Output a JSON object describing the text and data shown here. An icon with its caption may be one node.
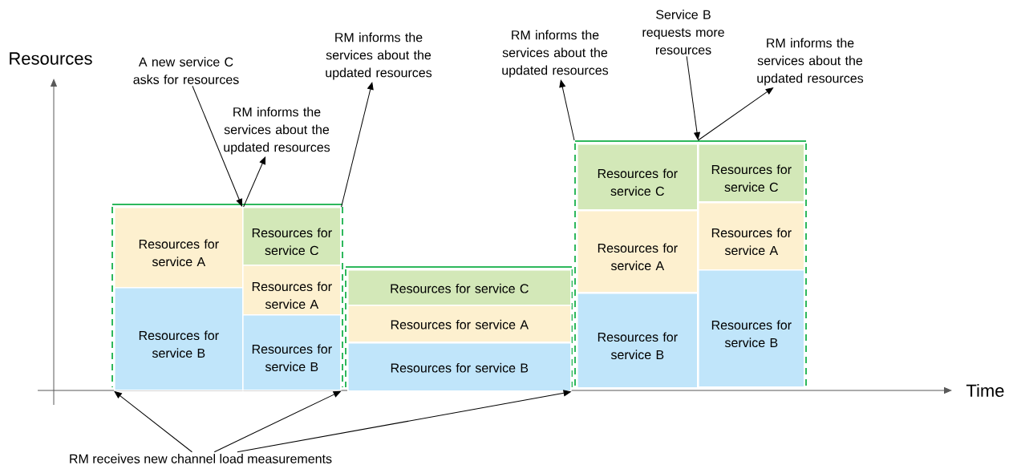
{
  "diagram": {
    "nodes": [
      {
        "text": [],
        "shape": "box"
      },
      {
        "text": [],
        "shape": "box"
      },
      {
        "text": [],
        "shape": "box"
      },
      {
        "text": [
          "Resources for service A"
        ],
        "in": 0
      },
      {
        "text": [
          "Resources for service B"
        ],
        "in": 0
      },
      {
        "text": [
          "Resources for service C"
        ],
        "in": 0
      },
      {
        "text": [
          "Resources for service A"
        ],
        "in": 0
      },
      {
        "text": [
          "Resources for service B"
        ],
        "in": 0
      },
      {
        "text": [
          "Resources for service C"
        ],
        "in": 1
      },
      {
        "text": [
          "Resources for service A"
        ],
        "in": 1
      },
      {
        "text": [
          "Resources for service B"
        ],
        "in": 1
      },
      {
        "text": [
          "Resources for service C"
        ],
        "in": 2
      },
      {
        "text": [
          "Resources for service A"
        ],
        "in": 2
      },
      {
        "text": [
          "Resources for service B"
        ],
        "in": 2
      },
      {
        "text": [
          "Resources for service C"
        ],
        "in": 2
      },
      {
        "text": [
          "Resources for service A"
        ],
        "in": 2
      },
      {
        "text": [
          "Resources for service B"
        ],
        "in": 2
      },
      {
        "text": [
          "A new service C asks for resources"
        ]
      },
      {
        "text": [
          "RM informs the services about the updated resources"
        ]
      },
      {
        "text": [
          "RM informs the services about the updated resources"
        ]
      },
      {
        "text": [
          "RM informs the services about the updated resources"
        ]
      },
      {
        "text": [
          "Service B requests more resources"
        ]
      },
      {
        "text": [
          "RM informs the services about the updated resources"
        ]
      },
      {
        "text": [
          "RM receives new channel load measurements"
        ]
      }
    ],
    "edges": [
      {
        "from": 17,
        "to": 5,
        "arrow": "to"
      },
      {
        "from": 3,
        "to": 18,
        "arrow": "to"
      },
      {
        "from": 5,
        "to": 19,
        "arrow": "to"
      },
      {
        "from": 2,
        "to": 20,
        "arrow": "to"
      },
      {
        "from": 21,
        "to": 2,
        "arrow": "to"
      },
      {
        "from": 2,
        "to": 22,
        "arrow": "to"
      },
      {
        "from": 23,
        "to": 4,
        "arrow": "to"
      },
      {
        "from": 23,
        "to": 7,
        "arrow": "to"
      },
      {
        "from": 23,
        "to": 10,
        "arrow": "to"
      }
    ],
    "labels": [
      "Resources",
      "Time"
    ]
  }
}
